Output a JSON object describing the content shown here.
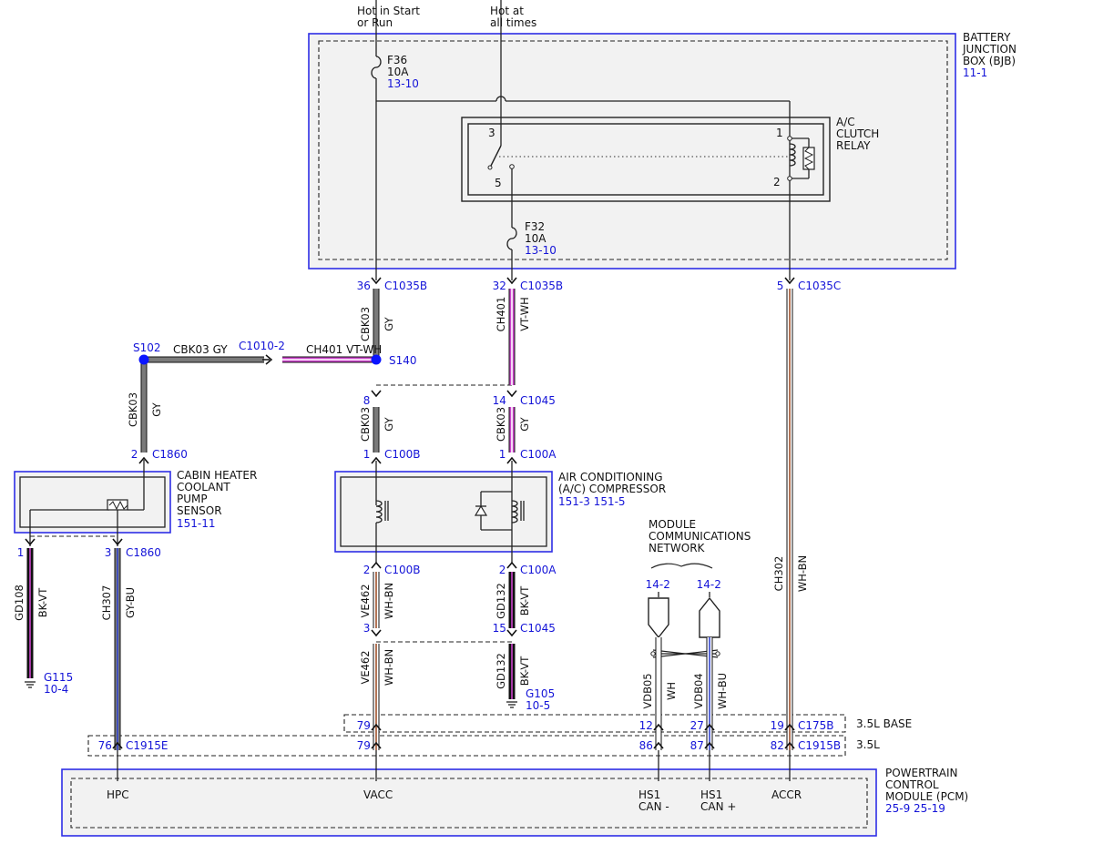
{
  "labels": {
    "hot_start_run": [
      "Hot in Start",
      "or Run"
    ],
    "hot_all_times": [
      "Hot at",
      "all times"
    ],
    "network": [
      "MODULE",
      "COMMUNICATIONS",
      "NETWORK"
    ]
  },
  "components": {
    "bjb": {
      "name": [
        "BATTERY",
        "JUNCTION",
        "BOX (BJB)"
      ],
      "ref": "11-1"
    },
    "relay": {
      "name": [
        "A/C",
        "CLUTCH",
        "RELAY"
      ],
      "pins": [
        "1",
        "2",
        "3",
        "5"
      ]
    },
    "heater_sensor": {
      "name": [
        "CABIN HEATER",
        "COOLANT",
        "PUMP",
        "SENSOR"
      ],
      "ref": "151-11"
    },
    "compressor": {
      "name": [
        "AIR CONDITIONING",
        "(A/C) COMPRESSOR"
      ],
      "ref": "151-3 151-5"
    },
    "pcm": {
      "name": [
        "POWERTRAIN",
        "CONTROL",
        "MODULE (PCM)"
      ],
      "ref": "25-9  25-19",
      "pins": [
        "HPC",
        "VACC",
        "HS1",
        "CAN -",
        "HS1",
        "CAN +",
        "ACCR"
      ]
    }
  },
  "fuses": {
    "f36": {
      "name": "F36",
      "rating": "10A",
      "ref": "13-10"
    },
    "f32": {
      "name": "F32",
      "rating": "10A",
      "ref": "13-10"
    }
  },
  "splices": {
    "s102": "S102",
    "s140": "S140",
    "c1010": "C1010-2"
  },
  "grounds": {
    "g115": {
      "name": "G115",
      "ref": "10-4"
    },
    "g105": {
      "name": "G105",
      "ref": "10-5"
    }
  },
  "variants": {
    "base": "3.5L BASE",
    "std": "3.5L"
  },
  "connectors": [
    {
      "pin": "36",
      "name": "C1035B"
    },
    {
      "pin": "32",
      "name": "C1035B"
    },
    {
      "pin": "5",
      "name": "C1035C"
    },
    {
      "pin": "8",
      "name": ""
    },
    {
      "pin": "14",
      "name": "C1045"
    },
    {
      "pin": "2",
      "name": "C1860"
    },
    {
      "pin": "1",
      "name": "C100B"
    },
    {
      "pin": "1",
      "name": "C100A"
    },
    {
      "pin": "1",
      "name": ""
    },
    {
      "pin": "3",
      "name": "C1860"
    },
    {
      "pin": "2",
      "name": "C100B"
    },
    {
      "pin": "2",
      "name": "C100A"
    },
    {
      "pin": "3",
      "name": ""
    },
    {
      "pin": "15",
      "name": "C1045"
    },
    {
      "pin": "79",
      "name": ""
    },
    {
      "pin": "12",
      "name": ""
    },
    {
      "pin": "27",
      "name": ""
    },
    {
      "pin": "19",
      "name": "C175B"
    },
    {
      "pin": "76",
      "name": "C1915E"
    },
    {
      "pin": "79",
      "name": ""
    },
    {
      "pin": "86",
      "name": ""
    },
    {
      "pin": "87",
      "name": ""
    },
    {
      "pin": "82",
      "name": "C1915B"
    },
    {
      "pin": "14-2",
      "name": ""
    },
    {
      "pin": "14-2",
      "name": ""
    }
  ],
  "wires": [
    {
      "circuit": "CBK03",
      "color": "GY"
    },
    {
      "circuit": "CH401",
      "color": "VT-WH"
    },
    {
      "circuit": "CBK03",
      "color": "GY"
    },
    {
      "circuit": "CH401",
      "color": "VT-WH"
    },
    {
      "circuit": "CBK03",
      "color": "GY"
    },
    {
      "circuit": "CBK03",
      "color": "GY"
    },
    {
      "circuit": "CBK03",
      "color": "GY"
    },
    {
      "circuit": "GD108",
      "color": "BK-VT"
    },
    {
      "circuit": "CH307",
      "color": "GY-BU"
    },
    {
      "circuit": "VE462",
      "color": "WH-BN"
    },
    {
      "circuit": "GD132",
      "color": "BK-VT"
    },
    {
      "circuit": "VE462",
      "color": "WH-BN"
    },
    {
      "circuit": "GD132",
      "color": "BK-VT"
    },
    {
      "circuit": "VDB05",
      "color": "WH"
    },
    {
      "circuit": "VDB04",
      "color": "WH-BU"
    },
    {
      "circuit": "CH302",
      "color": "WH-BN"
    }
  ],
  "colors": {
    "frame": "#2e2ee6",
    "ref_text": "#1414d8",
    "splice": "#0a14ff",
    "gray_wire": "#7a7a7a",
    "violet": "#cc44cc",
    "black": "#111111",
    "white": "#ffffff",
    "brown": "#a0522d",
    "blue": "#3344cc",
    "gray_light": "#f2f2f2"
  }
}
